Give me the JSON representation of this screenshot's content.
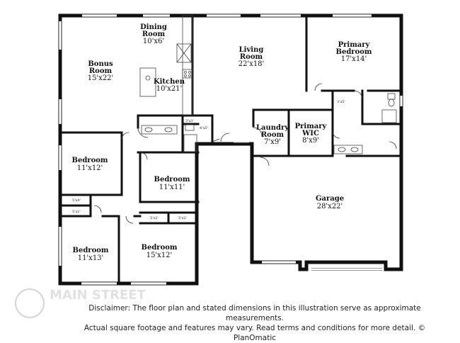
{
  "rooms": {
    "dining": {
      "name_line1": "Dining",
      "name_line2": "Room",
      "dim": "10'x6'"
    },
    "bonus": {
      "name_line1": "Bonus",
      "name_line2": "Room",
      "dim": "15'x22'"
    },
    "kitchen": {
      "name": "Kitchen",
      "dim": "10'x21'"
    },
    "living": {
      "name_line1": "Living",
      "name_line2": "Room",
      "dim": "22'x18'"
    },
    "primary_bedroom": {
      "name_line1": "Primary",
      "name_line2": "Bedroom",
      "dim": "17'x14'"
    },
    "laundry": {
      "name_line1": "Laundry",
      "name_line2": "Room",
      "dim": "7'x9'"
    },
    "primary_wic": {
      "name_line1": "Primary",
      "name_line2": "WIC",
      "dim": "8'x9'"
    },
    "bedroom_1": {
      "name": "Bedroom",
      "dim": "11'x12'"
    },
    "bedroom_2": {
      "name": "Bedroom",
      "dim": "11'x11'"
    },
    "bedroom_3": {
      "name": "Bedroom",
      "dim": "11'x13'"
    },
    "bedroom_4": {
      "name": "Bedroom",
      "dim": "15'x12'"
    },
    "garage": {
      "name": "Garage",
      "dim": "28'x22'"
    }
  },
  "closets": {
    "c1": "3'x3'",
    "c2": "4'x5'",
    "c3": "5'x4'",
    "c4": "5'x2'",
    "c5": "5'x2'",
    "c6": "5'x2'",
    "c7": "3'x5'"
  },
  "disclaimer": {
    "line1": "Disclaimer: The floor plan and stated dimensions in this illustration serve as approximate measurements.",
    "line2": "Actual square footage and features may vary. Read terms and conditions for more detail. © PlanOmatic"
  },
  "watermark": {
    "text": "MAIN STREET"
  },
  "colors": {
    "wall": "#111111",
    "window": "#9a9a9a",
    "fixture": "#444444"
  }
}
